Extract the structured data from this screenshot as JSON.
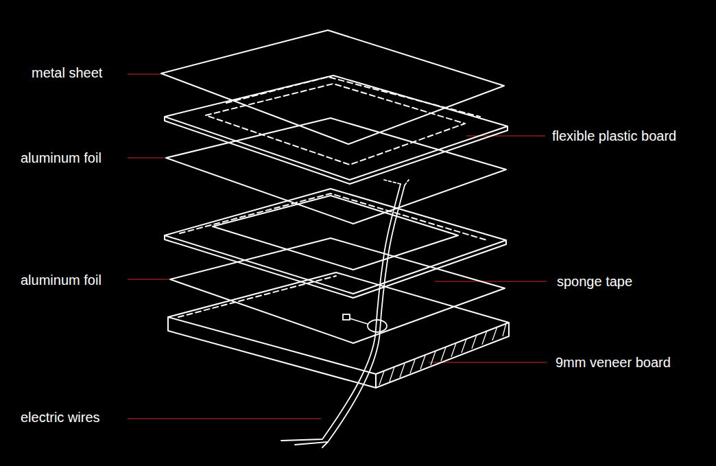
{
  "diagram": {
    "labels": [
      "metal sheet",
      "flexible plastic board",
      "aluminum foil",
      "aluminum foil",
      "sponge tape",
      "9mm veneer board",
      "electric wires"
    ]
  }
}
